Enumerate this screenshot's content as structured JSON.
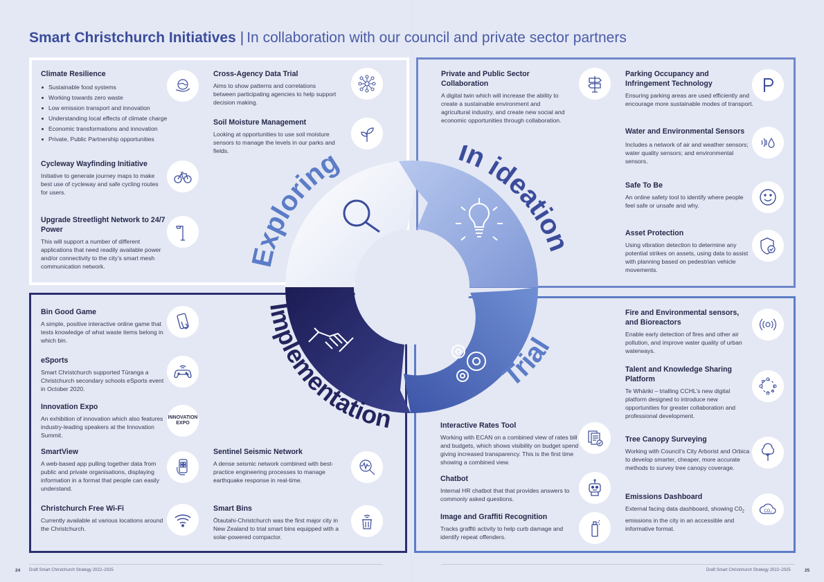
{
  "header": {
    "title_bold": "Smart Christchurch Initiatives",
    "separator": "|",
    "title_sub": "In collaboration with our council and private sector partners"
  },
  "wheel": {
    "exploring": "Exploring",
    "ideation": "In ideation",
    "trial": "Trial",
    "implementation": "Implementation"
  },
  "exploring": {
    "climate": {
      "title": "Climate Resilience",
      "bullets": [
        "Sustainable food systems",
        "Working towards zero waste",
        "Low emission transport and innovation",
        "Understanding local effects of climate charge",
        "Economic transformations and innovation",
        "Private, Public Partnership opportunities"
      ]
    },
    "cycleway": {
      "title": "Cycleway Wayfinding Initiative",
      "body": "Initiative to generate journey maps to make best use of cycleway and safe cycling routes for users."
    },
    "streetlight": {
      "title": "Upgrade Streetlight Network to 24/7 Power",
      "body": "This will support a number of different applications that need readily available power and/or connectivity to the city’s smart mesh communication network."
    },
    "cross_agency": {
      "title": "Cross-Agency Data Trial",
      "body": "Aims to show patterns and correlations between participating agencies to help support decision making."
    },
    "soil": {
      "title": "Soil Moisture Management",
      "body": "Looking at opportunities to use soil moisture sensors to manage the levels in our parks and fields."
    }
  },
  "ideation": {
    "twin": {
      "title": "Private and Public Sector Collaboration",
      "body": "A digital twin which will increase the ability to create a sustainable environment and agricultural industry, and create new social and economic opportunities through collaboration."
    },
    "parking": {
      "title": "Parking Occupancy and Infringement Technology",
      "body": "Ensuring parking areas are used efficiently and encourage more sustainable modes of transport."
    },
    "water": {
      "title": "Water and Environmental Sensors",
      "body": "Includes a network of air and weather sensors; water quality sensors; and environmental sensors."
    },
    "safe": {
      "title": "Safe To Be",
      "body": "An online safety tool to identify where people feel safe or unsafe and why."
    },
    "asset": {
      "title": "Asset Protection",
      "body": "Using vibration detection to determine any potential strikes on assets, using data to assist with planning based on pedestrian vehicle movements."
    }
  },
  "implementation": {
    "bin": {
      "title": "Bin Good Game",
      "body": "A simple, positive interactive online game that tests knowledge of what waste items belong in which bin."
    },
    "esports": {
      "title": "eSports",
      "body": "Smart Christchurch supported Tūranga a Christchurch secondary schools eSports event in October 2020."
    },
    "expo": {
      "title": "Innovation Expo",
      "body": "An exhibition of innovation which also features industry-leading speakers at the Innovation Summit.",
      "logo_line1": "INNOVATION",
      "logo_line2": "EXPO"
    },
    "smartview": {
      "title": "SmartView",
      "body": "A web-based app pulling together data from public and private organisations, displaying information in a format that people can easily understand."
    },
    "wifi": {
      "title": "Christchurch Free Wi-Fi",
      "body": "Currently available at various locations around the Christchurch."
    },
    "seismic": {
      "title": "Sentinel Seismic Network",
      "body": "A dense seismic network combined with best-practice engineering processes to manage earthquake response in real-time."
    },
    "smartbins": {
      "title": "Smart Bins",
      "body": "Ōtautahi-Christchurch was the first major city in New Zealand to trial smart bins equipped with a solar-powered compactor."
    }
  },
  "trial": {
    "rates": {
      "title": "Interactive Rates Tool",
      "body": "Working with ECAN on a combined view of rates bill and budgets, which shows visibility on budget spend giving increased transparency. This is the first time showing a combined view."
    },
    "chatbot": {
      "title": "Chatbot",
      "body": "Internal HR chatbot that that provides answers to commonly asked questions."
    },
    "graffiti": {
      "title": "Image and Graffiti Recognition",
      "body": "Tracks graffiti activity to help curb damage and identify repeat offenders."
    },
    "fire": {
      "title": "Fire and Environmental sensors, and Bioreactors",
      "body": "Enable early detection of fires and other air pollution, and improve water quality of urban waterways."
    },
    "talent": {
      "title": "Talent and Knowledge Sharing Platform",
      "body": "Te Whāriki – trialling CCHL’s new digital platform designed to introduce new opportunities for greater collaboration and professional development."
    },
    "canopy": {
      "title": "Tree Canopy Surveying",
      "body": "Working with Council’s City Arborist and Orbica to develop smarter, cheaper, more accurate methods to survey tree canopy coverage."
    },
    "emissions": {
      "title": "Emissions Dashboard",
      "body_pre": "External facing data dashboard, showing C0",
      "body_sub": "2",
      "body_post": " emissions in the city in an accessible and informative format.",
      "icon_text": "CO₂"
    }
  },
  "footer": {
    "left_page": "24",
    "left_text": "Draft Smart Christchurch Strategy 2022–2025",
    "right_text": "Draft Smart Christchurch Strategy 2022–2025",
    "right_page": "25"
  },
  "colors": {
    "title": "#3b4c9b",
    "exploring": "#5b7cc7",
    "ideation": "#3b4c9b",
    "trial": "#5b7cc7",
    "implementation": "#24245e"
  }
}
